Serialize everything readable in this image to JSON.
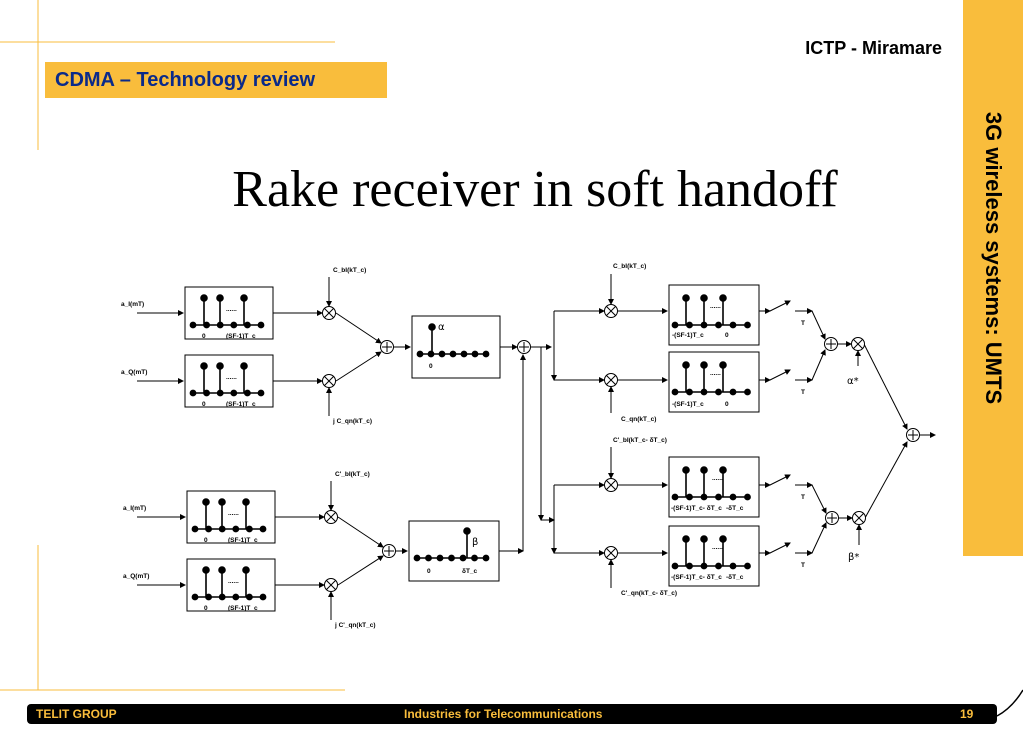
{
  "header": {
    "org": "ICTP - Miramare",
    "topic": "CDMA – Technology review"
  },
  "sidebar": {
    "course": "3G wireless systems: UMTS"
  },
  "slide": {
    "title": "Rake receiver in soft handoff"
  },
  "footer": {
    "left": "TELIT GROUP",
    "center": "Industries  for Telecommunications",
    "page": "19"
  },
  "colors": {
    "accent": "#f9bd3c",
    "topic_text": "#0a2a8a",
    "footer_bg": "#000000"
  },
  "diagram": {
    "inputs": [
      "a_I(mT)",
      "a_Q(mT)",
      "a_I(mT)",
      "a_Q(mT)"
    ],
    "codes_left": [
      "C_bI(kT_c)",
      "j C_qn(kT_c)",
      "C'_bI(kT_c)",
      "j C'_qn(kT_c)"
    ],
    "codes_right": [
      "C_bI(kT_c)",
      "C_qn(kT_c)",
      "C'_bI(kT_c- δT_c)",
      "C'_qn(kT_c- δT_c)"
    ],
    "filter_labels_left": [
      "0",
      "(SF-1)T_c"
    ],
    "filter_labels_right": [
      "-(SF-1)T_c",
      "0",
      "-(SF-1)T_c- δT_c",
      "-δT_c"
    ],
    "channel_labels": [
      "α",
      "0",
      "β",
      "0",
      "δT_c"
    ],
    "weights": [
      "α*",
      "β*"
    ],
    "switch_labels": [
      "T",
      "T",
      "T",
      "T"
    ],
    "dots": "......"
  }
}
